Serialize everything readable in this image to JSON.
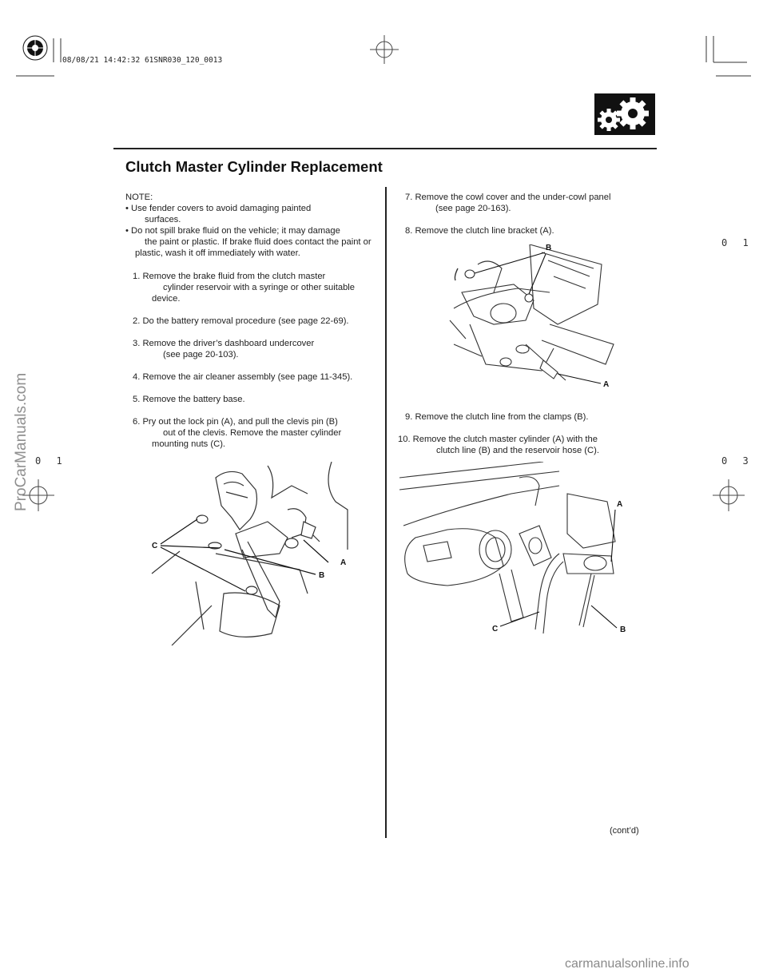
{
  "header": {
    "stamp": "08/08/21 14:42:32 61SNR030_120_0013",
    "title": "Clutch Master Cylinder Replacement"
  },
  "margin_marks": {
    "right_top": "0 1",
    "left_mid": "0 1",
    "right_mid": "0 3"
  },
  "left_column": {
    "note_label": "NOTE:",
    "notes": [
      {
        "line1": "Use fender covers to avoid damaging painted",
        "rest": "surfaces."
      },
      {
        "line1": "Do not spill brake fluid on the vehicle; it may damage",
        "rest": "the paint or plastic. If brake fluid does contact the paint or plastic, wash it off immediately with water."
      }
    ],
    "steps": [
      {
        "num": "1.",
        "line1": "Remove the brake fluid from the clutch master",
        "rest": "cylinder reservoir with a syringe or other suitable device."
      },
      {
        "num": "2.",
        "line1": "Do the battery removal procedure (see page 22-69).",
        "rest": ""
      },
      {
        "num": "3.",
        "line1": "Remove the driver’s dashboard undercover",
        "rest": "(see page 20-103)."
      },
      {
        "num": "4.",
        "line1": "Remove the air cleaner assembly (see page 11-345).",
        "rest": ""
      },
      {
        "num": "5.",
        "line1": "Remove the battery base.",
        "rest": ""
      },
      {
        "num": "6.",
        "line1": "Pry out the lock pin (A), and pull the clevis pin (B)",
        "rest": "out of the clevis. Remove the master cylinder mounting nuts (C)."
      }
    ],
    "figure_labels": {
      "a": "A",
      "b": "B",
      "c": "C"
    }
  },
  "right_column": {
    "steps_top": [
      {
        "num": "7.",
        "line1": "Remove the cowl cover and the under-cowl panel",
        "rest": "(see page 20-163)."
      },
      {
        "num": "8.",
        "line1": "Remove the clutch line bracket (A).",
        "rest": ""
      }
    ],
    "figure1_labels": {
      "a": "A",
      "b": "B"
    },
    "steps_bottom": [
      {
        "num": "9.",
        "line1": "Remove the clutch line from the clamps (B).",
        "rest": ""
      },
      {
        "num": "10.",
        "line1": "Remove the clutch master cylinder (A) with the",
        "rest": "clutch line (B) and the reservoir hose (C)."
      }
    ],
    "figure2_labels": {
      "a": "A",
      "b": "B",
      "c": "C"
    }
  },
  "footer": {
    "contd": "(cont’d)",
    "watermark_left": "ProCarManuals.com",
    "watermark_bottom": "carmanualsonline.info"
  }
}
